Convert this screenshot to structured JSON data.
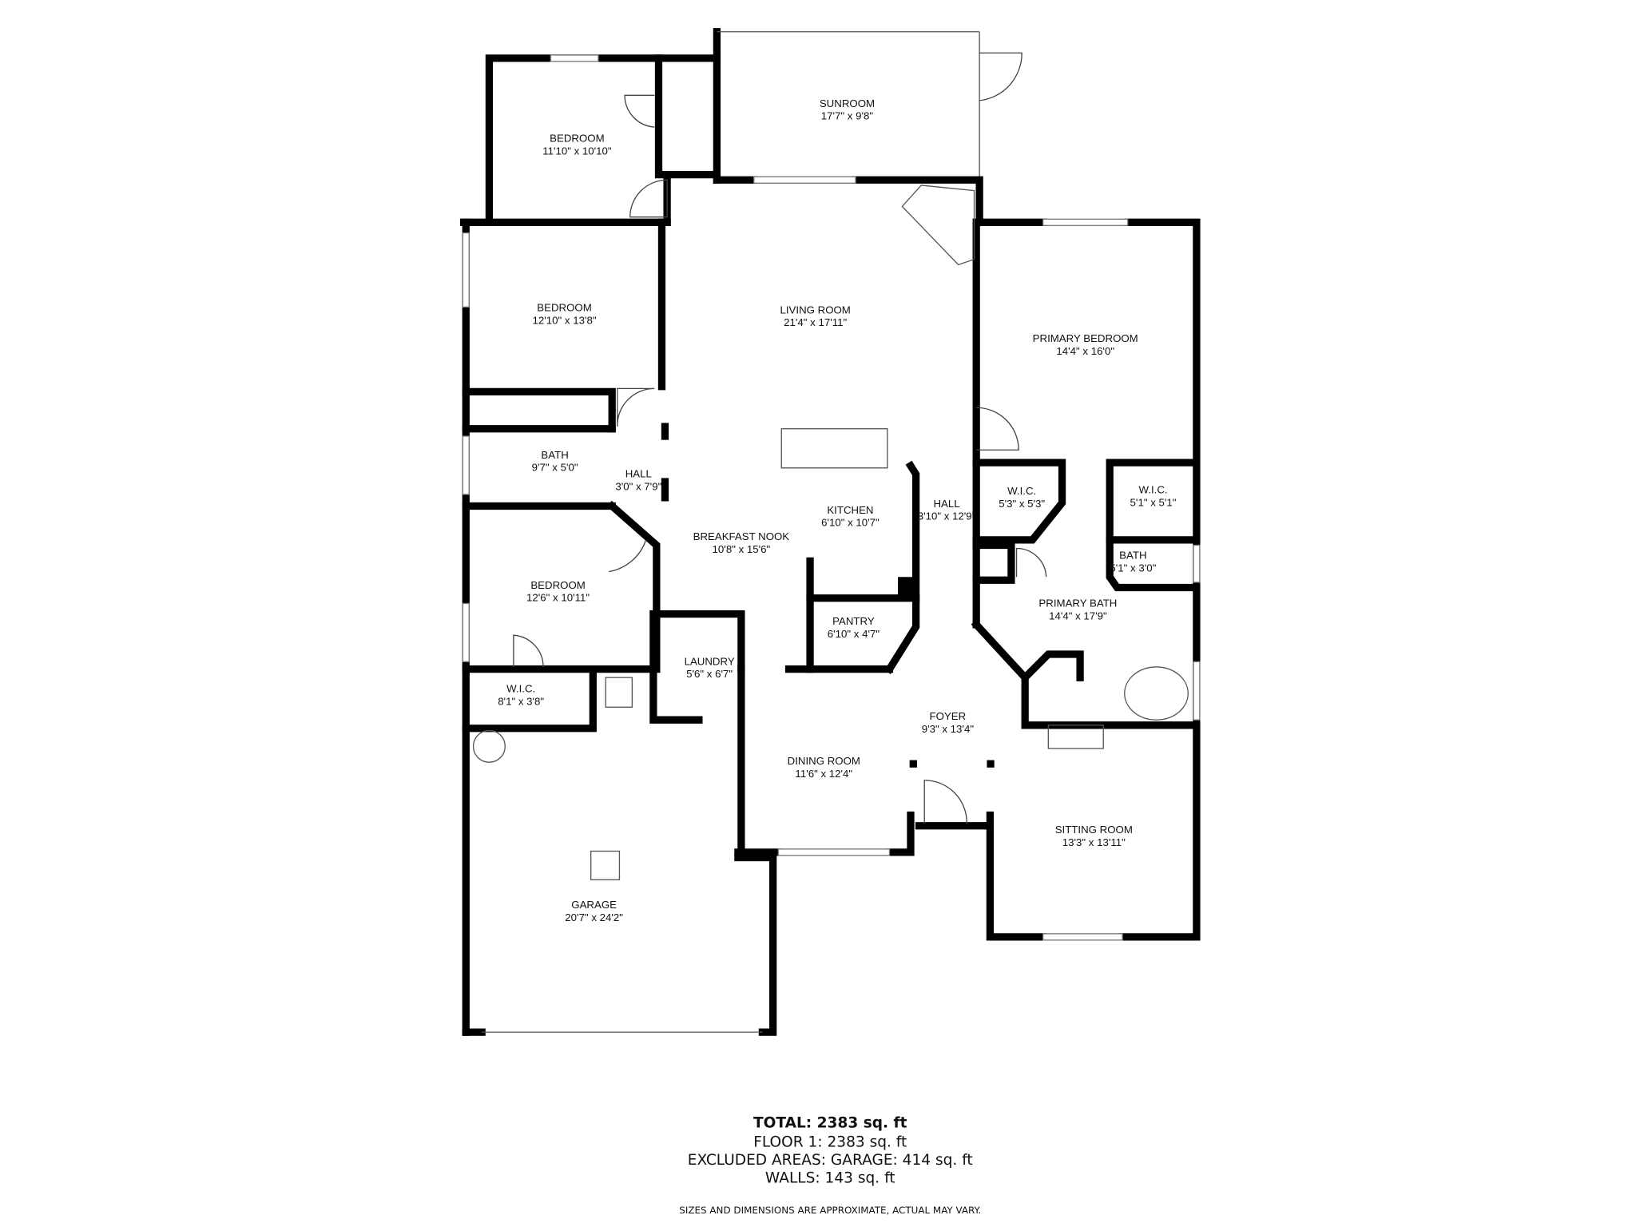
{
  "rooms": [
    {
      "name": "BEDROOM",
      "dims": "11'10\" x 10'10\""
    },
    {
      "name": "SUNROOM",
      "dims": "17'7\" x 9'8\""
    },
    {
      "name": "BEDROOM",
      "dims": "12'10\" x 13'8\""
    },
    {
      "name": "LIVING ROOM",
      "dims": "21'4\" x 17'11\""
    },
    {
      "name": "PRIMARY BEDROOM",
      "dims": "14'4\" x 16'0\""
    },
    {
      "name": "BATH",
      "dims": "9'7\" x 5'0\""
    },
    {
      "name": "HALL",
      "dims": "3'0\" x 7'9\""
    },
    {
      "name": "KITCHEN",
      "dims": "6'10\" x 10'7\""
    },
    {
      "name": "BREAKFAST NOOK",
      "dims": "10'8\" x 15'6\""
    },
    {
      "name": "HALL",
      "dims": "3'10\" x 12'9\""
    },
    {
      "name": "W.I.C.",
      "dims": "5'3\" x 5'3\""
    },
    {
      "name": "W.I.C.",
      "dims": "5'1\" x 5'1\""
    },
    {
      "name": "BATH",
      "dims": "5'1\" x 3'0\""
    },
    {
      "name": "BEDROOM",
      "dims": "12'6\" x 10'11\""
    },
    {
      "name": "PRIMARY BATH",
      "dims": "14'4\" x 17'9\""
    },
    {
      "name": "PANTRY",
      "dims": "6'10\" x 4'7\""
    },
    {
      "name": "LAUNDRY",
      "dims": "5'6\" x 6'7\""
    },
    {
      "name": "W.I.C.",
      "dims": "8'1\" x 3'8\""
    },
    {
      "name": "FOYER",
      "dims": "9'3\" x 13'4\""
    },
    {
      "name": "DINING ROOM",
      "dims": "11'6\" x 12'4\""
    },
    {
      "name": "SITTING ROOM",
      "dims": "13'3\" x 13'11\""
    },
    {
      "name": "GARAGE",
      "dims": "20'7\" x 24'2\""
    }
  ],
  "summary": {
    "total": "TOTAL: 2383 sq. ft",
    "floor": "FLOOR 1: 2383 sq. ft",
    "excluded": "EXCLUDED AREAS: GARAGE: 414 sq. ft",
    "walls": "WALLS: 143 sq. ft",
    "disclaimer": "SIZES AND DIMENSIONS ARE APPROXIMATE, ACTUAL MAY VARY."
  },
  "colors": {
    "wall": "#000000",
    "background": "#ffffff"
  }
}
